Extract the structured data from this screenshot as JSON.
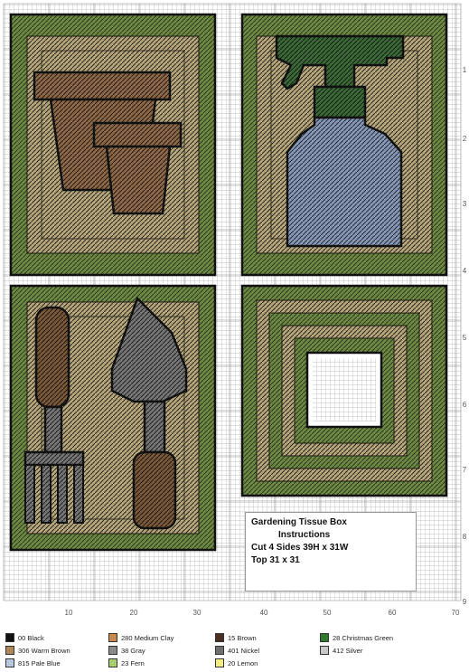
{
  "instructions": {
    "line1": "Gardening Tissue Box",
    "line2": "Instructions",
    "line3": "Cut 4 Sides 39H x 31W",
    "line4": "Top 31 x 31"
  },
  "axis": {
    "x_ticks": [
      "10",
      "20",
      "30",
      "40",
      "50",
      "60",
      "70"
    ],
    "y_ticks": [
      "1",
      "2",
      "3",
      "4",
      "5",
      "6",
      "7",
      "8",
      "9"
    ]
  },
  "legend": [
    {
      "label": "00 Black",
      "color": "#111111"
    },
    {
      "label": "280 Medium Clay",
      "color": "#c9874a"
    },
    {
      "label": "15 Brown",
      "color": "#4a3020"
    },
    {
      "label": "28 Christmas Green",
      "color": "#2f7a2f"
    },
    {
      "label": "306 Warm Brown",
      "color": "#b08858"
    },
    {
      "label": "38 Gray",
      "color": "#8a8a8a"
    },
    {
      "label": "401 Nickel",
      "color": "#6e6e6e"
    },
    {
      "label": "412 Silver",
      "color": "#c8c8c8"
    },
    {
      "label": "815 Pale Blue",
      "color": "#b8c8e0"
    },
    {
      "label": "23 Fern",
      "color": "#a8d070"
    },
    {
      "label": "20 Lemon",
      "color": "#f2ee80"
    }
  ],
  "colors": {
    "green_bg": "#6f8a45",
    "tan_stripe": "#b8a77c",
    "pot": "#8c6a4a",
    "bottle": "#8898b8",
    "nozzle": "#3e6a3a",
    "tool_metal": "#777777",
    "handle": "#7a5a3a",
    "grid": "#b0b0b0"
  }
}
